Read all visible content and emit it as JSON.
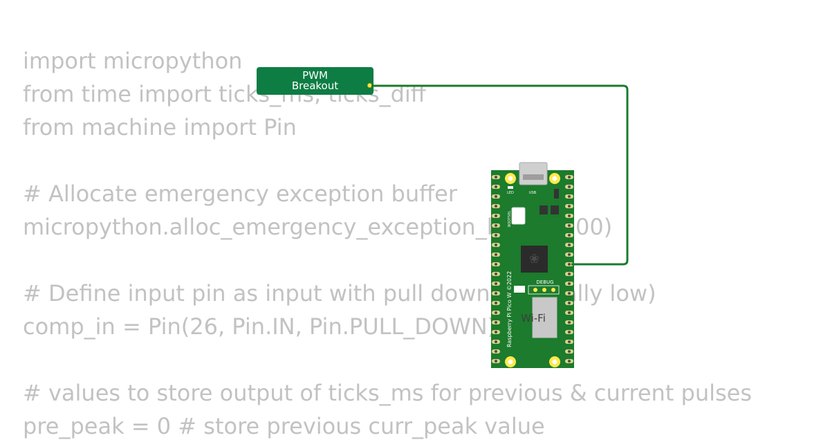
{
  "editor": {
    "lines": [
      "import micropython",
      "from time import ticks_ms, ticks_diff",
      "from machine import Pin",
      "",
      "# Allocate emergency exception buffer",
      "micropython.alloc_emergency_exception_buffer(100)",
      "",
      "# Define input pin as input with pull down (normally low)",
      "comp_in = Pin(26, Pin.IN, Pin.PULL_DOWN)",
      "",
      "# values to store output of ticks_ms for previous & current pulses",
      "pre_peak = 0 # store previous curr_peak value"
    ]
  },
  "pwm_breakout": {
    "line1": "PWM",
    "line2": "Breakout"
  },
  "board": {
    "wifi_label": "Wi-Fi",
    "silkscreen": "Raspberry Pi Pico W ©2022",
    "debug_label": "DEBUG",
    "led_label": "LED",
    "usb_label": "USB",
    "bootsel_label": "BOOTSEL"
  },
  "colors": {
    "code_text": "#c2c2c2",
    "pcb_green": "#1c7b2c",
    "wire_green": "#1b7b2c",
    "breakout_green": "#0d7d44",
    "pad_yellow": "#ffea4a"
  }
}
